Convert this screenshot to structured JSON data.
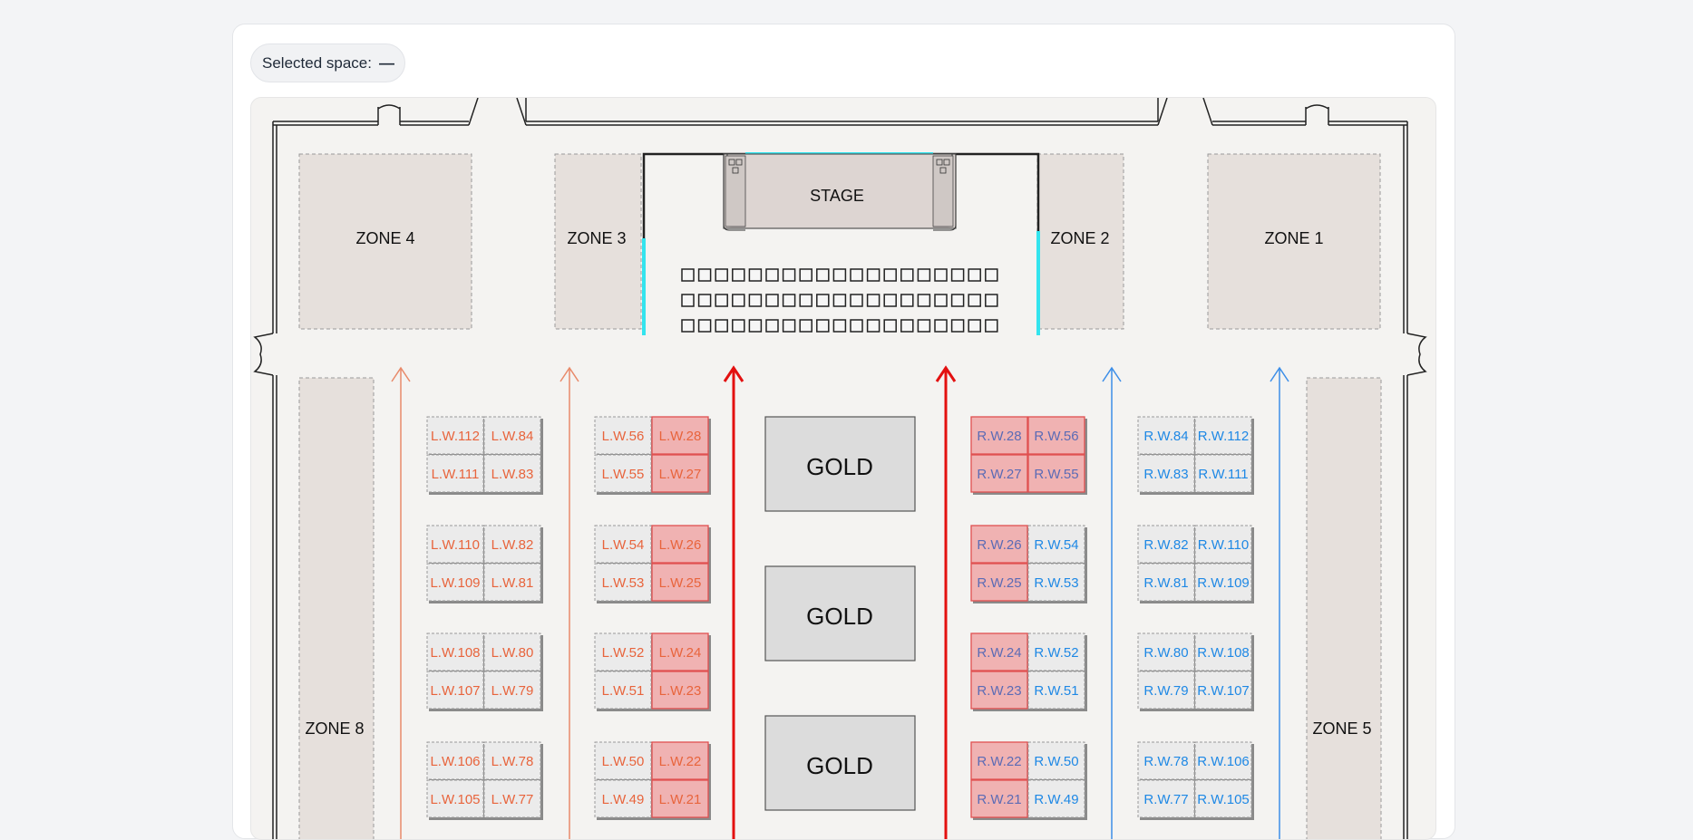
{
  "header": {
    "selected_label": "Selected space:",
    "selected_value": "—"
  },
  "zones": {
    "z4": "ZONE 4",
    "z3": "ZONE 3",
    "z2": "ZONE 2",
    "z1": "ZONE 1",
    "z8": "ZONE 8",
    "z5": "ZONE 5"
  },
  "stage": "STAGE",
  "gold": [
    "GOLD",
    "GOLD",
    "GOLD"
  ],
  "booth_groups": {
    "lw_outer": [
      [
        "L.W.112",
        "L.W.84",
        "L.W.111",
        "L.W.83"
      ],
      [
        "L.W.110",
        "L.W.82",
        "L.W.109",
        "L.W.81"
      ],
      [
        "L.W.108",
        "L.W.80",
        "L.W.107",
        "L.W.79"
      ],
      [
        "L.W.106",
        "L.W.78",
        "L.W.105",
        "L.W.77"
      ]
    ],
    "lw_inner": [
      [
        "L.W.56",
        "L.W.28",
        "L.W.55",
        "L.W.27"
      ],
      [
        "L.W.54",
        "L.W.26",
        "L.W.53",
        "L.W.25"
      ],
      [
        "L.W.52",
        "L.W.24",
        "L.W.51",
        "L.W.23"
      ],
      [
        "L.W.50",
        "L.W.22",
        "L.W.49",
        "L.W.21"
      ]
    ],
    "rw_inner": [
      [
        "R.W.28",
        "R.W.56",
        "R.W.27",
        "R.W.55"
      ],
      [
        "R.W.26",
        "R.W.54",
        "R.W.25",
        "R.W.53"
      ],
      [
        "R.W.24",
        "R.W.52",
        "R.W.23",
        "R.W.51"
      ],
      [
        "R.W.22",
        "R.W.50",
        "R.W.21",
        "R.W.49"
      ]
    ],
    "rw_outer": [
      [
        "R.W.84",
        "R.W.112",
        "R.W.83",
        "R.W.111"
      ],
      [
        "R.W.82",
        "R.W.110",
        "R.W.81",
        "R.W.109"
      ],
      [
        "R.W.80",
        "R.W.108",
        "R.W.79",
        "R.W.107"
      ],
      [
        "R.W.78",
        "R.W.106",
        "R.W.77",
        "R.W.105"
      ]
    ]
  },
  "colors": {
    "lw": "#e8643c",
    "rw": "#1e88e5",
    "rw_highlight_text": "#5b6bb5",
    "arrow_light_orange": "#e88a6a",
    "arrow_red": "#e31010",
    "arrow_blue": "#3c8ee8",
    "cyan": "#33e4ee",
    "zone_fill": "#e6e0dc",
    "highlight_fill": "#f0b2b2",
    "highlight_stroke": "#e05050"
  }
}
